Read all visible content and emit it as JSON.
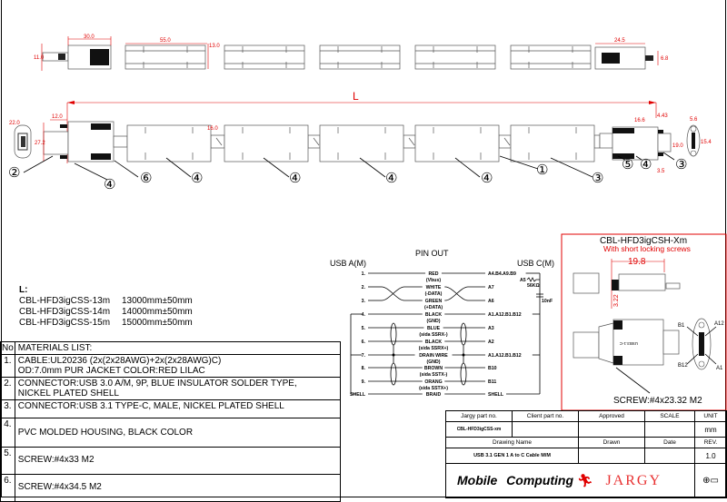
{
  "top_dims": {
    "a": "30.0",
    "b": "55.0",
    "c": "13.0",
    "d": "11.0",
    "e": "24.5",
    "f": "6.8"
  },
  "main_dims": {
    "L": "L",
    "d12": "12.0",
    "d22": "22.0",
    "d272": "27.2",
    "d16": "16.0",
    "d166": "16.6",
    "d19": "19.0",
    "d154": "15.4",
    "d443": "4.43",
    "d35": "3.5",
    "d56": "5.6"
  },
  "balloons": [
    "②",
    "④",
    "⑥",
    "④",
    "④",
    "④",
    "④",
    "①",
    "⑤",
    "④",
    "③"
  ],
  "lengths": {
    "heading": "L:",
    "rows": [
      {
        "part": "CBL-HFD3igCSS-13m",
        "value": "13000mm±50mm"
      },
      {
        "part": "CBL-HFD3igCSS-14m",
        "value": "14000mm±50mm"
      },
      {
        "part": "CBL-HFD3igCSS-15m",
        "value": "15000mm±50mm"
      }
    ]
  },
  "materials": {
    "no_header": "No",
    "header": "MATERIALS LIST:",
    "items": [
      {
        "no": "1.",
        "line1": "CABLE:UL20236 (2x(2x28AWG)+2x(2x28AWG)C)",
        "line2": "OD:7.0mm  PUR JACKET COLOR:RED LILAC"
      },
      {
        "no": "2.",
        "line1": "CONNECTOR:USB 3.0 A/M, 9P, BLUE INSULATOR SOLDER TYPE,",
        "line2": "NICKEL PLATED SHELL"
      },
      {
        "no": "3.",
        "line1": "CONNECTOR:USB 3.1 TYPE-C, MALE, NICKEL PLATED SHELL",
        "line2": ""
      },
      {
        "no": "4.",
        "line1": "PVC MOLDED HOUSING, BLACK COLOR",
        "line2": ""
      },
      {
        "no": "5.",
        "line1": "SCREW:#4x33 M2",
        "line2": ""
      },
      {
        "no": "6.",
        "line1": "SCREW:#4x34.5 M2",
        "line2": ""
      }
    ]
  },
  "pinout": {
    "title": "PIN OUT",
    "left_header": "USB A(M)",
    "right_header": "USB C(M)",
    "rows": [
      {
        "left": "1.",
        "wire": "RED",
        "sub": "(Vbus)",
        "right": "A4.B4.A9.B9"
      },
      {
        "left": "2.",
        "wire": "WHITE",
        "sub": "(-DATA)",
        "right": "A7"
      },
      {
        "left": "3.",
        "wire": "GREEN",
        "sub": "(+DATA)",
        "right": "A6"
      },
      {
        "left": "4.",
        "wire": "BLACK",
        "sub": "(GND)",
        "right": "A1.A12.B1.B12"
      },
      {
        "left": "5.",
        "wire": "BLUE",
        "sub": "(sida SSRX-)",
        "right": "A3"
      },
      {
        "left": "6.",
        "wire": "BLACK",
        "sub": "(sida SSRX+)",
        "right": "A2"
      },
      {
        "left": "7.",
        "wire": "DRAIN WIRE",
        "sub": "(GND)",
        "right": "A1.A12.B1.B12"
      },
      {
        "left": "8.",
        "wire": "BROWN",
        "sub": "(sida SSTX-)",
        "right": "B10"
      },
      {
        "left": "9.",
        "wire": "ORANG",
        "sub": "(sida SSTX+)",
        "right": "B11"
      },
      {
        "left": "SHELL",
        "wire": "BRAID",
        "sub": "",
        "right": "SHELL"
      }
    ],
    "resistor": "A5",
    "resistor_value": "56KΩ",
    "capacitor": "10nF"
  },
  "variant": {
    "title": "CBL-HFD3igCSH-Xm",
    "subtitle": "With short locking screws",
    "dim1": "19.8",
    "dim2": "3.22",
    "pins": {
      "b1": "B1",
      "a12": "A12",
      "b12": "B12",
      "a1": "A1"
    },
    "connector_mark": "USB3.1-C",
    "screw": "SCREW:#4x23.32 M2"
  },
  "title_block": {
    "jargy_part_label": "Jargy part no.",
    "client_part_label": "Client part no.",
    "approved_label": "Approved",
    "scale_label": "SCALE",
    "unit_label": "UNIT",
    "jargy_part": "CBL-HFD3igCSS-xm",
    "unit": "mm",
    "drawing_name_label": "Drawing Name",
    "drawn_label": "Drawn",
    "date_label": "Date",
    "rev_label": "REV.",
    "drawing_name": "USB 3.1 GEN 1 A to C Cable M/M",
    "rev": "1.0",
    "logo_mobile": "Mobile",
    "logo_computing": "Computing",
    "logo_jargy": "JARGY"
  },
  "colors": {
    "dimension": "#e00000",
    "line": "#000000"
  }
}
